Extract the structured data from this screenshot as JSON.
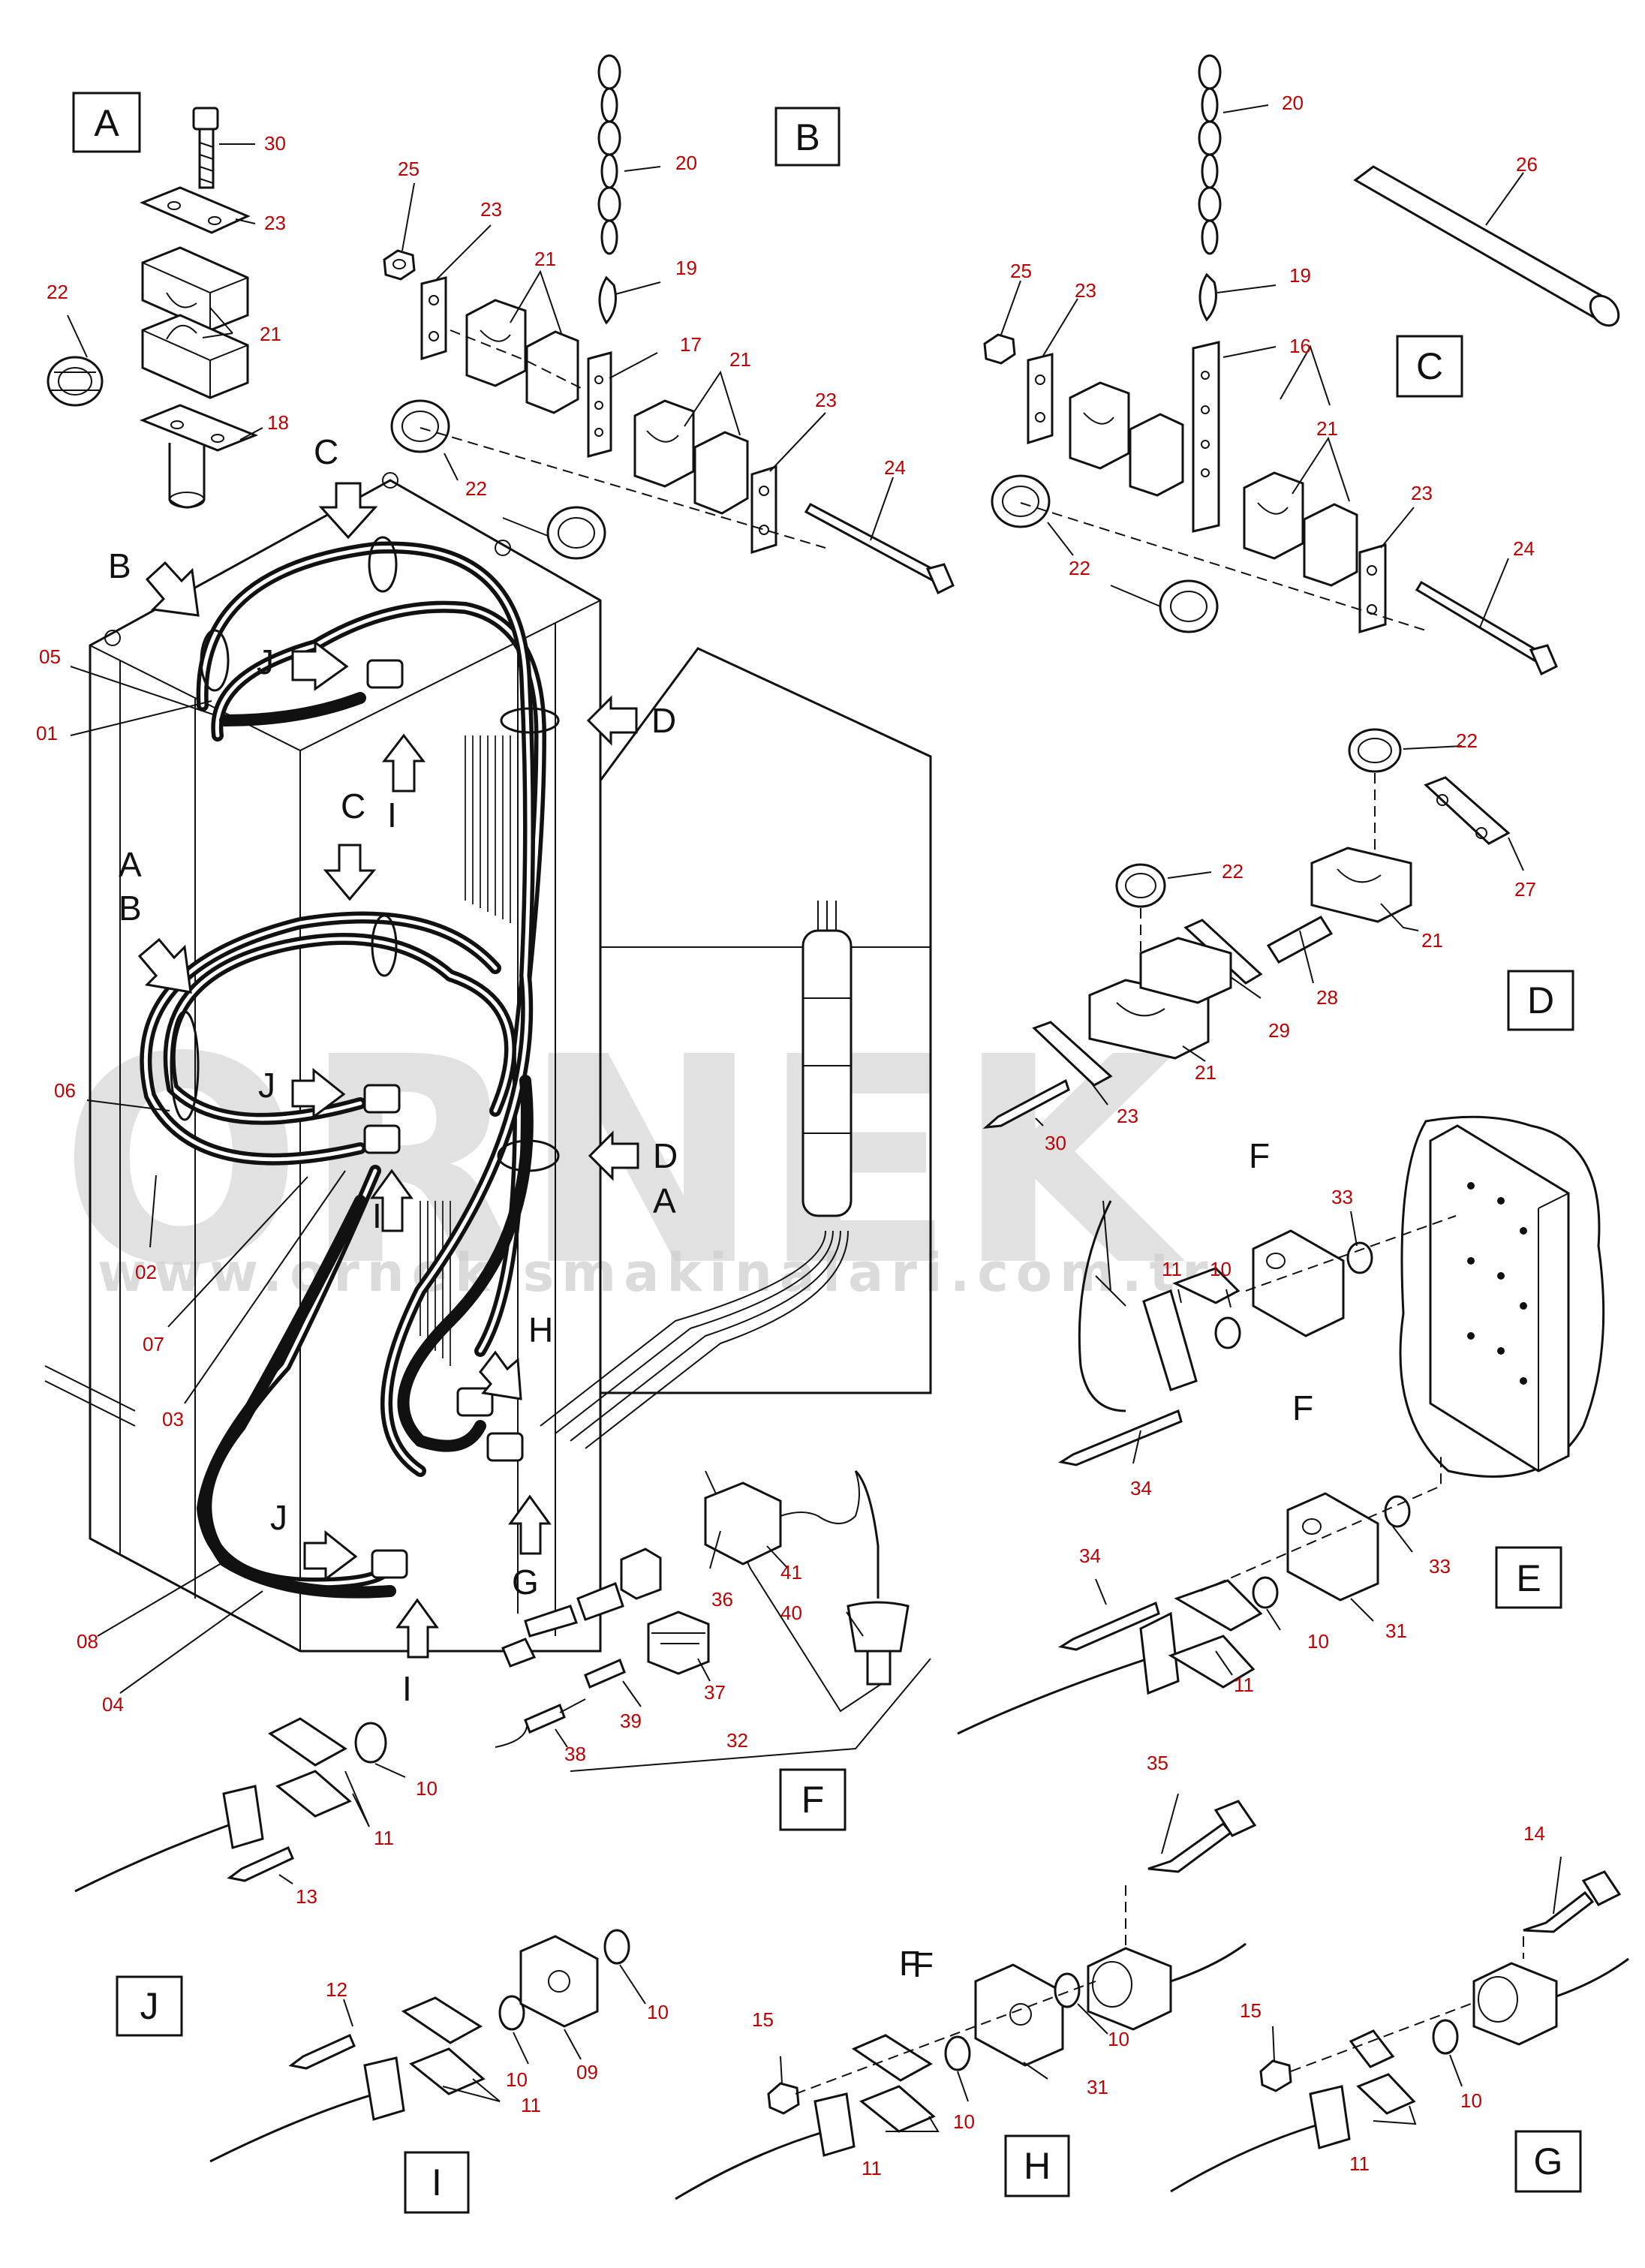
{
  "watermark": {
    "brand": "ORNEK",
    "url": "www.ornekismakinalari.com.tr"
  },
  "section_boxes": [
    "A",
    "B",
    "C",
    "D",
    "E",
    "F",
    "J",
    "I",
    "H",
    "G"
  ],
  "view_letters": {
    "a1": "A",
    "b1": "B",
    "c1": "C",
    "j1": "J",
    "i1": "I",
    "c2": "C",
    "i2": "I",
    "a2": "A",
    "b2": "B",
    "j2": "J",
    "d1": "D",
    "d2": "D",
    "a3": "A",
    "h1": "H",
    "j3": "J",
    "g1": "G",
    "i3": "I",
    "f1": "F",
    "f2": "F",
    "f3": "F",
    "f4": "F"
  },
  "callouts": {
    "secA": [
      "30",
      "23",
      "22",
      "21",
      "18"
    ],
    "secB": [
      "25",
      "23",
      "21",
      "20",
      "19",
      "17",
      "21",
      "22",
      "22",
      "23",
      "24"
    ],
    "secC": [
      "20",
      "19",
      "26",
      "25",
      "23",
      "16",
      "22",
      "21",
      "23",
      "22",
      "24"
    ],
    "main": [
      "05",
      "01",
      "06",
      "02",
      "07",
      "03",
      "08",
      "04"
    ],
    "secD": [
      "22",
      "27",
      "22",
      "21",
      "28",
      "29",
      "21",
      "23",
      "30"
    ],
    "secE": [
      "33",
      "11",
      "10",
      "34",
      "34",
      "33",
      "10",
      "31",
      "11"
    ],
    "secF": [
      "36",
      "41",
      "40",
      "37",
      "39",
      "38",
      "32"
    ],
    "secJ": [
      "10",
      "11",
      "13"
    ],
    "secI": [
      "12",
      "10",
      "09",
      "10",
      "11"
    ],
    "secH": [
      "35",
      "15",
      "10",
      "31",
      "10",
      "11"
    ],
    "secG": [
      "14",
      "15",
      "10",
      "11"
    ]
  },
  "colors": {
    "callout": "#c00000",
    "line": "#111111",
    "watermark": "#d8d8d8"
  }
}
